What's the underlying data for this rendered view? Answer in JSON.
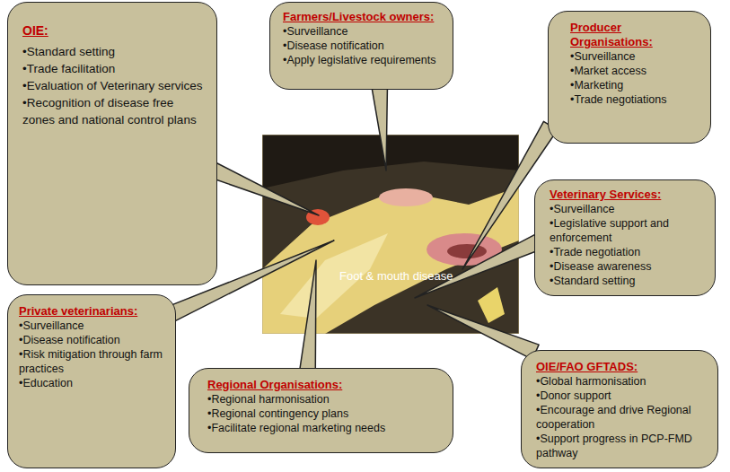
{
  "diagram": {
    "nodes": [
      {
        "text": [
          "OIE:",
          "•Standard setting",
          "•Trade facilitation",
          "•Evaluation of Veterinary services",
          "•Recognition of disease free zones and national control plans"
        ]
      },
      {
        "text": [
          "Farmers/Livestock owners:",
          "•Surveillance",
          "•Disease notification",
          "•Apply legislative requirements"
        ]
      },
      {
        "text": [
          "Producer Organisations:",
          "•Surveillance",
          "•Market access",
          "•Marketing",
          "•Trade negotiations"
        ]
      },
      {
        "text": [
          "Foot & mouth disease"
        ]
      },
      {
        "text": [
          "Veterinary Services:",
          "•Surveillance",
          "•Legislative support and enforcement",
          "•Trade negotiation",
          "•Disease awareness",
          "•Standard setting"
        ]
      },
      {
        "text": [
          "Private veterinarians:",
          "•Surveillance",
          "•Disease notification",
          "•Risk mitigation through farm practices",
          "•Education"
        ]
      },
      {
        "text": [
          "Regional Organisations:",
          "•Regional harmonisation",
          "•Regional contingency plans",
          "•Facilitate regional marketing needs"
        ]
      },
      {
        "text": [
          "OIE/FAO GFTADS:",
          "•Global harmonisation",
          "•Donor support",
          "•Encourage and drive Regional cooperation",
          "•Support progress in PCP-FMD pathway"
        ]
      }
    ],
    "edges": [
      {
        "from": 0,
        "to": 3,
        "arrow": "none"
      },
      {
        "from": 1,
        "to": 3,
        "arrow": "none"
      },
      {
        "from": 2,
        "to": 3,
        "arrow": "none"
      },
      {
        "from": 4,
        "to": 3,
        "arrow": "none"
      },
      {
        "from": 5,
        "to": 3,
        "arrow": "none"
      },
      {
        "from": 6,
        "to": 3,
        "arrow": "none"
      },
      {
        "from": 7,
        "to": 3,
        "arrow": "none"
      }
    ]
  }
}
